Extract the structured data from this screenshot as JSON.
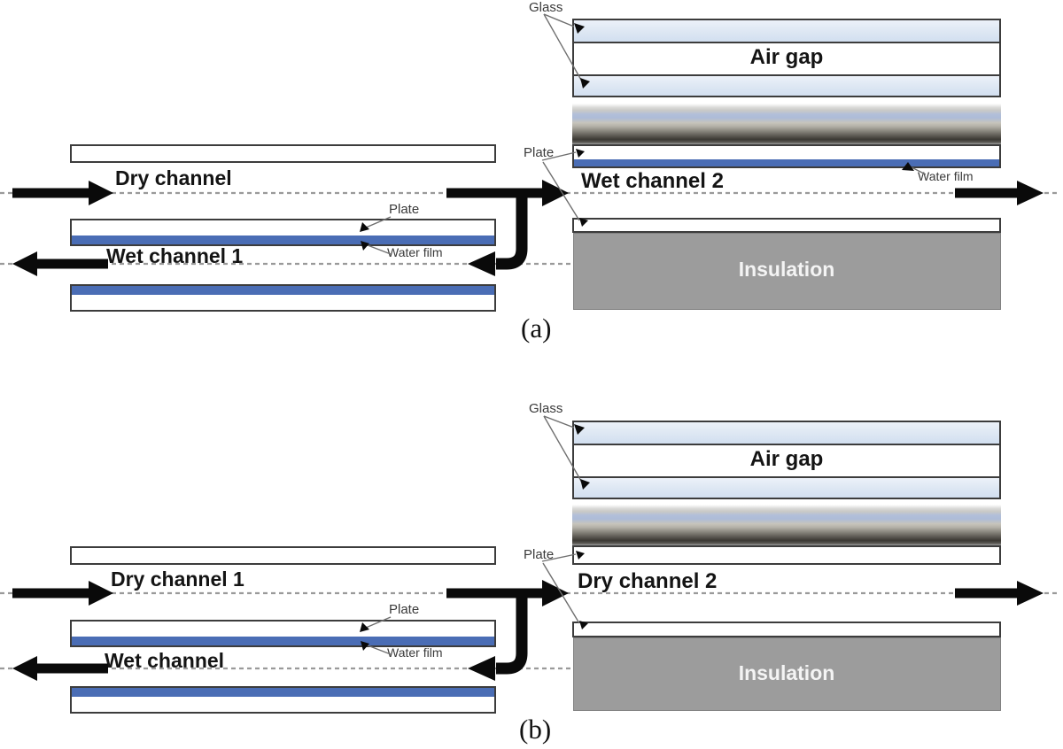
{
  "colors": {
    "film_blue": "#4a6db5",
    "glass_blue": "#dde7f3",
    "insulation_gray": "#9c9c9c",
    "border_dark": "#3c3c3c",
    "dash_gray": "#9a9a9a",
    "leader_gray": "#6f6f6f",
    "arrow_black": "#0a0a0a",
    "label_dark": "#3a3a3a"
  },
  "diagram_a": {
    "caption": "(a)",
    "labels": {
      "glass": "Glass",
      "air_gap": "Air gap",
      "plate_right": "Plate",
      "wet_channel_2": "Wet channel 2",
      "water_film_right": "Water film",
      "dry_channel": "Dry channel",
      "plate_mid": "Plate",
      "water_film_mid": "Water film",
      "wet_channel_1": "Wet channel 1",
      "insulation": "Insulation"
    }
  },
  "diagram_b": {
    "caption": "(b)",
    "labels": {
      "glass": "Glass",
      "air_gap": "Air gap",
      "plate_right": "Plate",
      "dry_channel_2": "Dry channel 2",
      "dry_channel_1": "Dry channel 1",
      "plate_mid": "Plate",
      "water_film_mid": "Water film",
      "wet_channel": "Wet channel",
      "insulation": "Insulation"
    }
  }
}
